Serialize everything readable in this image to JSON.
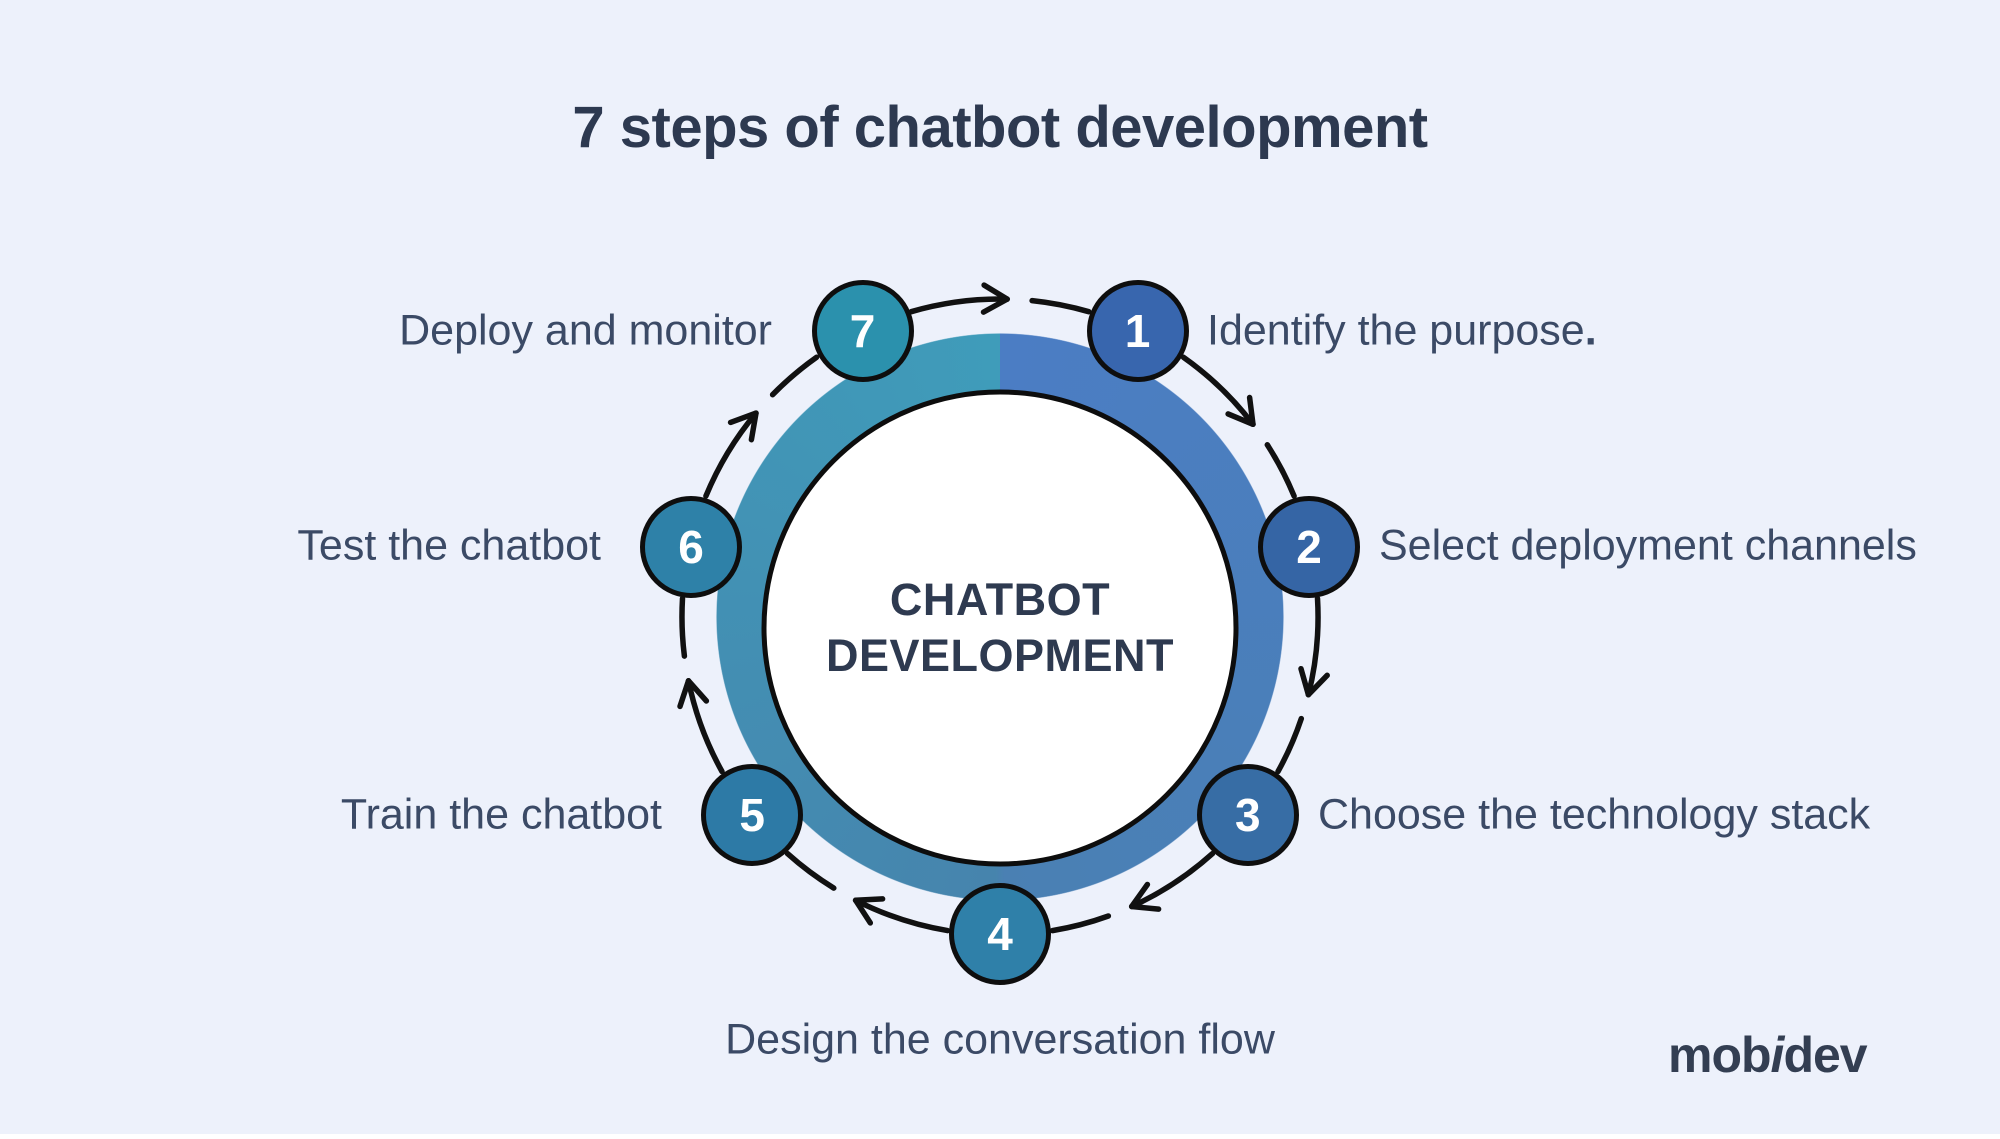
{
  "title": "7 steps of chatbot development",
  "center_label": {
    "line1": "CHATBOT",
    "line2": "DEVELOPMENT"
  },
  "steps": [
    {
      "num": "1",
      "label": "Identify the purpose",
      "suffix": ".",
      "color": "#3866ae"
    },
    {
      "num": "2",
      "label": "Select deployment channels",
      "color": "#3565a5"
    },
    {
      "num": "3",
      "label": "Choose the technology stack",
      "color": "#376da5"
    },
    {
      "num": "4",
      "label": "Design the conversation flow",
      "color": "#2f80a9"
    },
    {
      "num": "5",
      "label": "Train the chatbot",
      "color": "#2d7aa6"
    },
    {
      "num": "6",
      "label": "Test the chatbot",
      "color": "#2e81a8"
    },
    {
      "num": "7",
      "label": "Deploy and monitor",
      "color": "#2b91ad"
    }
  ],
  "ring": {
    "right_top": "#4b7dc4",
    "right_bottom": "#4a80b3",
    "left_bottom": "#4684ad",
    "left_top": "#3f9cba",
    "outline": "#0d0d0d",
    "inner_fill": "#ffffff"
  },
  "colors": {
    "background": "#edf1fb",
    "arrow": "#111111",
    "title_text": "#2d3950",
    "label_text": "#3b4a66",
    "center_text": "#2e3a50",
    "badge_text": "#ffffff",
    "logo_text": "#333e52"
  },
  "logo": {
    "part1": "mob",
    "part2": "i",
    "part3": "dev"
  }
}
